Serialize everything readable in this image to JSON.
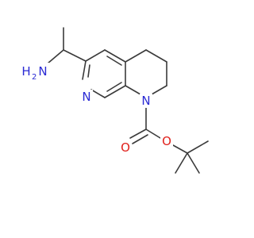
{
  "molecule": {
    "name": "",
    "colors": {
      "bond": "#3a3a3a",
      "nitrogen": "#2a2ad4",
      "oxygen": "#e0201b",
      "background": "#ffffff"
    },
    "atoms": {
      "amine": {
        "main": "H",
        "sub": "2",
        "tail": "N"
      },
      "ring_n": "N",
      "carbamate_n": "N",
      "carbonyl_o": "O",
      "ester_o": "O"
    }
  }
}
